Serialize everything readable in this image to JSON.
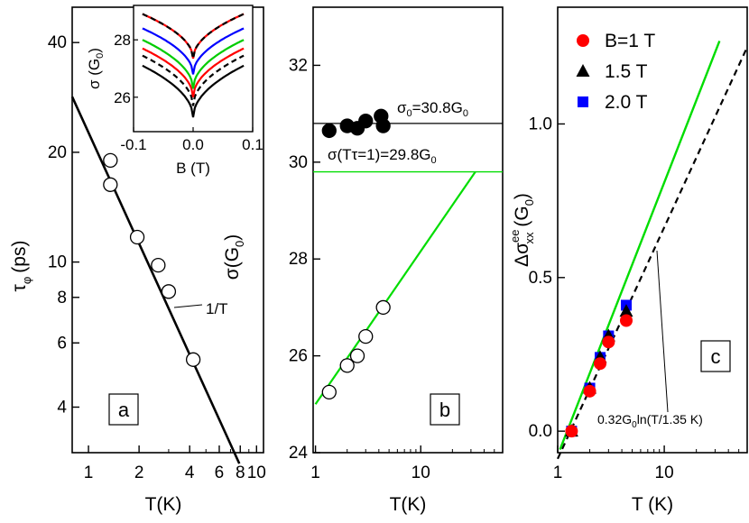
{
  "chart_data": [
    {
      "id": "a",
      "type": "scatter",
      "panel_label": "a",
      "xlabel": "T(K)",
      "ylabel": "τ_φ (ps)",
      "ylabel_main": "τ",
      "ylabel_sub": "φ",
      "ylabel_unit": "(ps)",
      "xscale": "log",
      "yscale": "log",
      "xlim": [
        0.8,
        11
      ],
      "ylim": [
        3,
        50
      ],
      "xticks": [
        1,
        2,
        4,
        6,
        8,
        10
      ],
      "xtick_labels": [
        "1",
        "2",
        "4",
        "6",
        "8",
        "10"
      ],
      "yticks": [
        4,
        6,
        8,
        10,
        20,
        40
      ],
      "ytick_labels": [
        "4",
        "6",
        "8",
        "10",
        "20",
        "40"
      ],
      "series": [
        {
          "kind": "open-circle",
          "x": [
            1.35,
            1.35,
            1.95,
            2.6,
            3.0,
            4.2
          ],
          "y": [
            19.0,
            16.3,
            11.7,
            9.8,
            8.3,
            5.4
          ]
        }
      ],
      "fit_line": {
        "x": [
          0.8,
          7.9
        ],
        "y": [
          28.4,
          2.8
        ]
      },
      "annotation": "1/T",
      "inset": {
        "xlabel": "B (T)",
        "ylabel": "σ (G",
        "ylabel_sub": "0",
        "ylabel_tail": ")",
        "xlim": [
          -0.1,
          0.1
        ],
        "ylim": [
          24.8,
          29.2
        ],
        "xticks": [
          -0.1,
          0.0,
          0.1
        ],
        "xtick_labels": [
          "-0.1",
          "0.0",
          "0.1"
        ],
        "yticks": [
          26,
          28
        ],
        "ytick_labels": [
          "26",
          "28"
        ],
        "curves": [
          {
            "color": "#000000",
            "dash": false,
            "y_edge": 27.1,
            "y_zero": 25.3
          },
          {
            "color": "#000000",
            "dash": true,
            "y_edge": 27.45,
            "y_zero": 25.7
          },
          {
            "color": "#ff0000",
            "dash": false,
            "y_edge": 27.7,
            "y_zero": 26.0
          },
          {
            "color": "#00cc00",
            "dash": false,
            "y_edge": 28.0,
            "y_zero": 26.3
          },
          {
            "color": "#0000ff",
            "dash": false,
            "y_edge": 28.4,
            "y_zero": 26.8
          },
          {
            "color": "#ff0000",
            "dash": false,
            "y_edge": 28.9,
            "y_zero": 27.35
          },
          {
            "color": "#000000",
            "dash": true,
            "y_edge": 28.9,
            "y_zero": 27.35
          }
        ]
      }
    },
    {
      "id": "b",
      "type": "scatter",
      "panel_label": "b",
      "xlabel": "T(K)",
      "ylabel": "σ(G_0)",
      "ylabel_main": "σ(G",
      "ylabel_sub": "0",
      "ylabel_tail": ")",
      "xscale": "log",
      "xlim": [
        0.95,
        60
      ],
      "ylim": [
        24,
        33.2
      ],
      "xticks": [
        1,
        10
      ],
      "xtick_labels": [
        "1",
        "10"
      ],
      "yticks": [
        24,
        26,
        28,
        30,
        32
      ],
      "ytick_labels": [
        "24",
        "26",
        "28",
        "30",
        "32"
      ],
      "series": [
        {
          "kind": "filled-circle",
          "x": [
            1.35,
            2.0,
            2.5,
            3.0,
            4.2,
            4.4
          ],
          "y": [
            30.65,
            30.75,
            30.7,
            30.85,
            30.95,
            30.75
          ]
        },
        {
          "kind": "open-circle",
          "x": [
            1.35,
            2.0,
            2.5,
            3.0,
            4.4
          ],
          "y": [
            25.25,
            25.8,
            26.0,
            26.4,
            27.0
          ]
        }
      ],
      "hline_black": {
        "y": 30.8,
        "label": "σ",
        "label_sub": "0",
        "label_tail": "=30.8G",
        "label_sub2": "0"
      },
      "hline_green": {
        "y": 29.8,
        "label": "σ(Tτ=1)=29.8G",
        "label_sub": "0"
      },
      "fit_line": {
        "x": [
          1.0,
          33.0
        ],
        "y": [
          25.0,
          29.8
        ]
      }
    },
    {
      "id": "c",
      "type": "scatter",
      "panel_label": "c",
      "xlabel": "T (K)",
      "ylabel": "Δσ_xx^ee (G_0)",
      "ylabel_main": "Δσ",
      "ylabel_sup": "ee",
      "ylabel_subxx": "xx",
      "ylabel_unit": " (G",
      "ylabel_unit_sub": "0",
      "ylabel_unit_tail": ")",
      "xscale": "log",
      "xlim": [
        1.0,
        60
      ],
      "ylim": [
        -0.07,
        1.38
      ],
      "xticks": [
        1,
        10
      ],
      "xtick_labels": [
        "1",
        "10"
      ],
      "yticks": [
        0.0,
        0.5,
        1.0
      ],
      "ytick_labels": [
        "0.0",
        "0.5",
        "1.0"
      ],
      "legend": [
        {
          "label": "B=1 T",
          "marker": "circle",
          "color": "#ff0000"
        },
        {
          "label": "1.5 T",
          "marker": "triangle",
          "color": "#000000"
        },
        {
          "label": "2.0 T",
          "marker": "square",
          "color": "#0000ff"
        }
      ],
      "series": [
        {
          "name": "B=1 T",
          "marker": "circle",
          "color": "#ff0000",
          "x": [
            1.35,
            2.0,
            2.5,
            3.0,
            4.4
          ],
          "y": [
            0.0,
            0.13,
            0.22,
            0.29,
            0.36
          ]
        },
        {
          "name": "1.5 T",
          "marker": "triangle",
          "color": "#000000",
          "x": [
            1.35,
            2.0,
            2.5,
            3.0,
            4.4
          ],
          "y": [
            0.0,
            0.14,
            0.24,
            0.31,
            0.39
          ]
        },
        {
          "name": "2.0 T",
          "marker": "square",
          "color": "#0000ff",
          "x": [
            1.35,
            2.0,
            2.5,
            3.0,
            4.4
          ],
          "y": [
            0.0,
            0.14,
            0.24,
            0.31,
            0.41
          ]
        }
      ],
      "green_line": {
        "x": [
          1.05,
          33.0
        ],
        "y": [
          -0.06,
          1.27
        ]
      },
      "dashed_line": {
        "x": [
          1.0,
          60.0
        ],
        "y": [
          -0.09,
          1.25
        ]
      },
      "annotation": "0.32G",
      "annotation_sub": "0",
      "annotation_tail": "ln(T/1.35 K)"
    }
  ]
}
